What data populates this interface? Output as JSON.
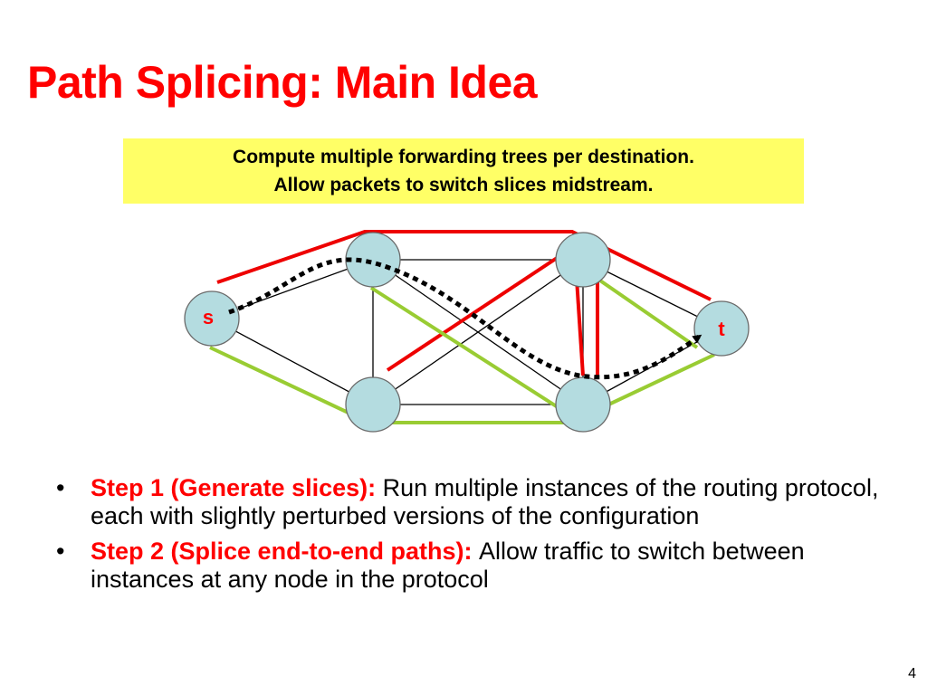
{
  "slide": {
    "title": "Path Splicing: Main Idea",
    "callout": {
      "line1": "Compute multiple forwarding trees per destination.",
      "line2": "Allow packets to switch slices midstream."
    },
    "bullets": [
      {
        "marker": "•",
        "label": "Step 1 (Generate slices):",
        "text": "Run multiple instances of the routing protocol, each with slightly perturbed versions of the configuration"
      },
      {
        "marker": "•",
        "label": "Step 2 (Splice end-to-end paths):",
        "text": "Allow traffic to switch between instances at any node in the protocol"
      }
    ],
    "page_number": "4"
  },
  "diagram": {
    "node_labels": {
      "source": "s",
      "target": "t"
    },
    "colors": {
      "node_fill": "#b4dce0",
      "edge": "#000000",
      "slice_red": "#ee0000",
      "slice_green": "#99cc33",
      "path": "#000000",
      "label": "#ff0000",
      "callout_bg": "#ffff66",
      "title": "#ff0000"
    }
  }
}
